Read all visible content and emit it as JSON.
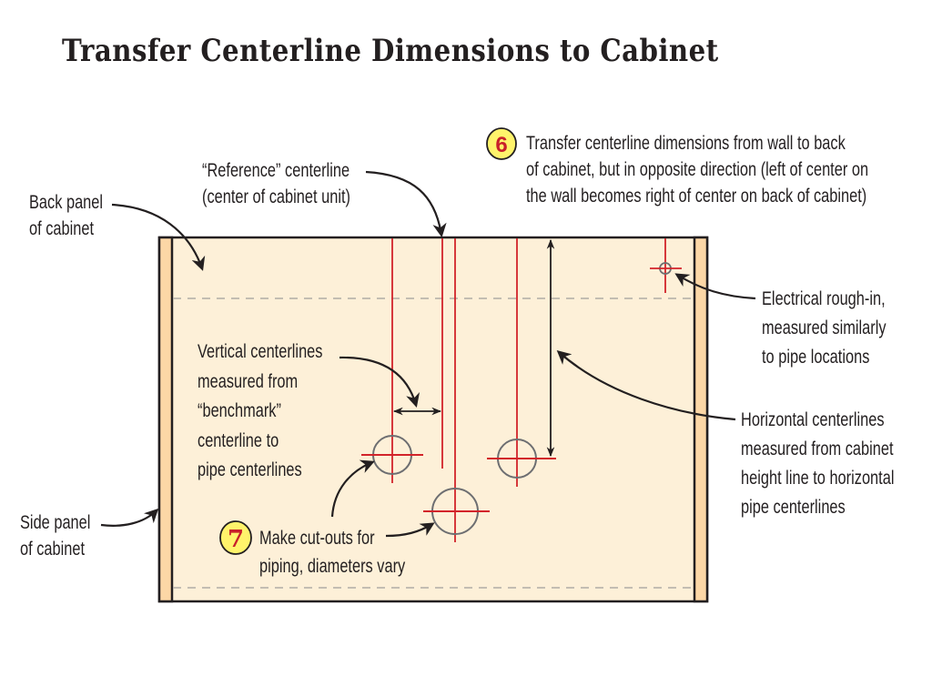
{
  "title": "Transfer Centerline Dimensions to Cabinet",
  "colors": {
    "panel_fill": "#fdf0d8",
    "side_panel_fill": "#fcd7a6",
    "outline": "#231f20",
    "centerline_red": "#d2232a",
    "cutout_gray": "#6d6e71",
    "dash_gray": "#b0aca6",
    "badge_fill": "#fff36b",
    "badge_number": "#c8202a"
  },
  "steps": {
    "step6": {
      "number": "6",
      "lines": [
        "Transfer centerline dimensions from wall to back",
        "of cabinet, but in opposite direction (left of center on",
        "the wall becomes right of center on back of cabinet)"
      ]
    },
    "step7": {
      "number": "7",
      "lines": [
        "Make cut-outs for",
        "piping, diameters vary"
      ]
    }
  },
  "labels": {
    "back_panel": [
      "Back panel",
      "of cabinet"
    ],
    "reference_centerline": [
      "“Reference” centerline",
      "(center of cabinet unit)"
    ],
    "vertical_centerlines": [
      "Vertical centerlines",
      "measured from",
      "“benchmark”",
      "centerline to",
      "pipe centerlines"
    ],
    "side_panel": [
      "Side panel",
      "of cabinet"
    ],
    "electrical": [
      "Electrical rough-in,",
      "measured similarly",
      "to pipe locations"
    ],
    "horizontal_centerlines": [
      "Horizontal centerlines",
      "measured from cabinet",
      "height line to horizontal",
      "pipe centerlines"
    ]
  },
  "cutouts": [
    {
      "name": "pipe-cutout-left",
      "size": "medium"
    },
    {
      "name": "pipe-cutout-center",
      "size": "large"
    },
    {
      "name": "pipe-cutout-right",
      "size": "medium"
    },
    {
      "name": "electrical-rough-in",
      "size": "small"
    }
  ]
}
